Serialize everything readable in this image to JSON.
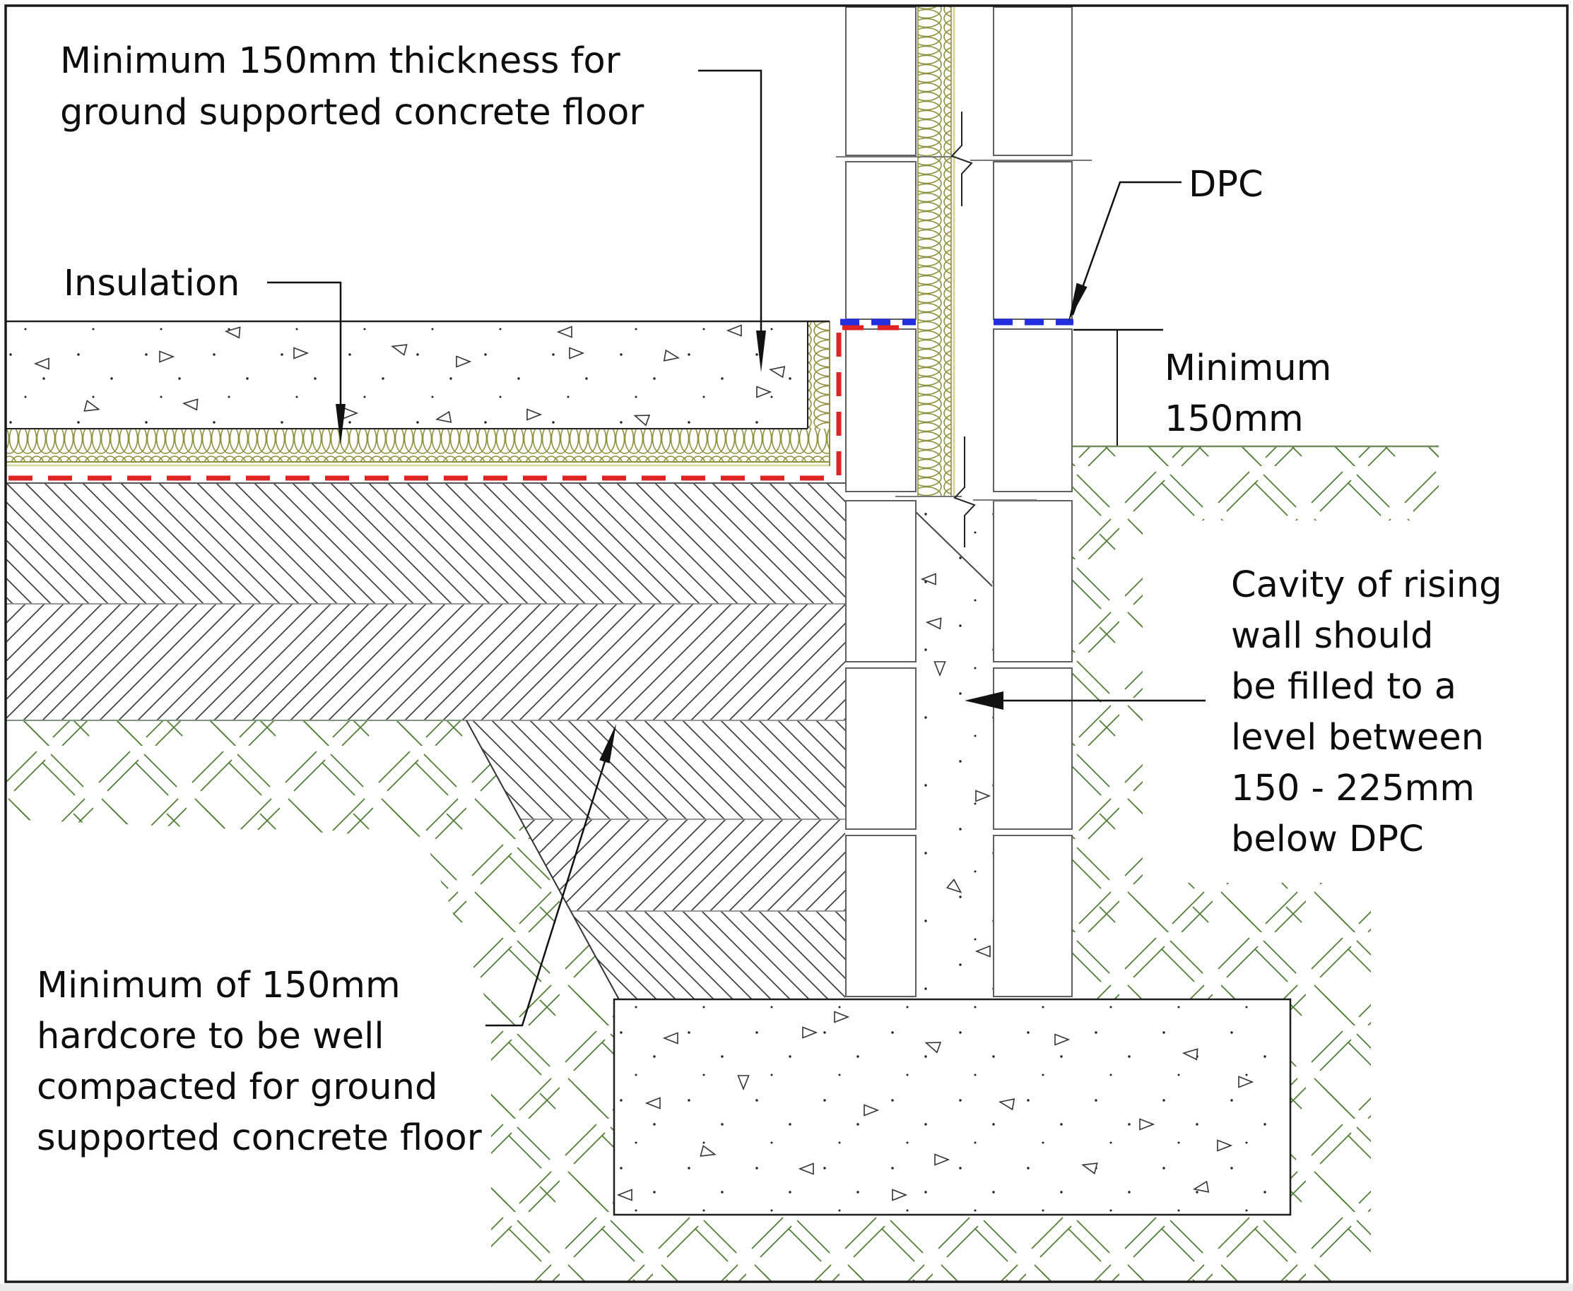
{
  "drawing": {
    "type": "construction-detail",
    "subject": "Ground supported concrete floor / cavity wall foundation junction"
  },
  "colors": {
    "background": "#ffffff",
    "border": "#1a1a1a",
    "insulation_olive": "#8f8f3c",
    "insulation_pale": "#d6d69a",
    "dpm_red": "#e02424",
    "dpc_blue": "#2430dd",
    "earth_green": "#4e7d33",
    "hardcore_line": "#3f3f3f",
    "block_outline": "#5f5f5f",
    "concrete_outline": "#1f1f1f",
    "leader": "#111111"
  },
  "annotations": {
    "floor_thickness": {
      "lines": [
        "Minimum 150mm thickness for",
        "ground supported concrete floor"
      ]
    },
    "insulation_label": {
      "text": "Insulation"
    },
    "dpc_label": {
      "text": "DPC"
    },
    "min_150_dim": {
      "lines": [
        "Minimum",
        "150mm"
      ]
    },
    "cavity_fill_note": {
      "lines": [
        "Cavity of rising",
        "wall should",
        "be filled to a",
        "level between",
        "150 - 225mm",
        "below DPC"
      ]
    },
    "hardcore_note": {
      "lines": [
        "Minimum of 150mm",
        "hardcore to be well",
        "compacted for ground",
        "supported concrete floor"
      ]
    }
  }
}
